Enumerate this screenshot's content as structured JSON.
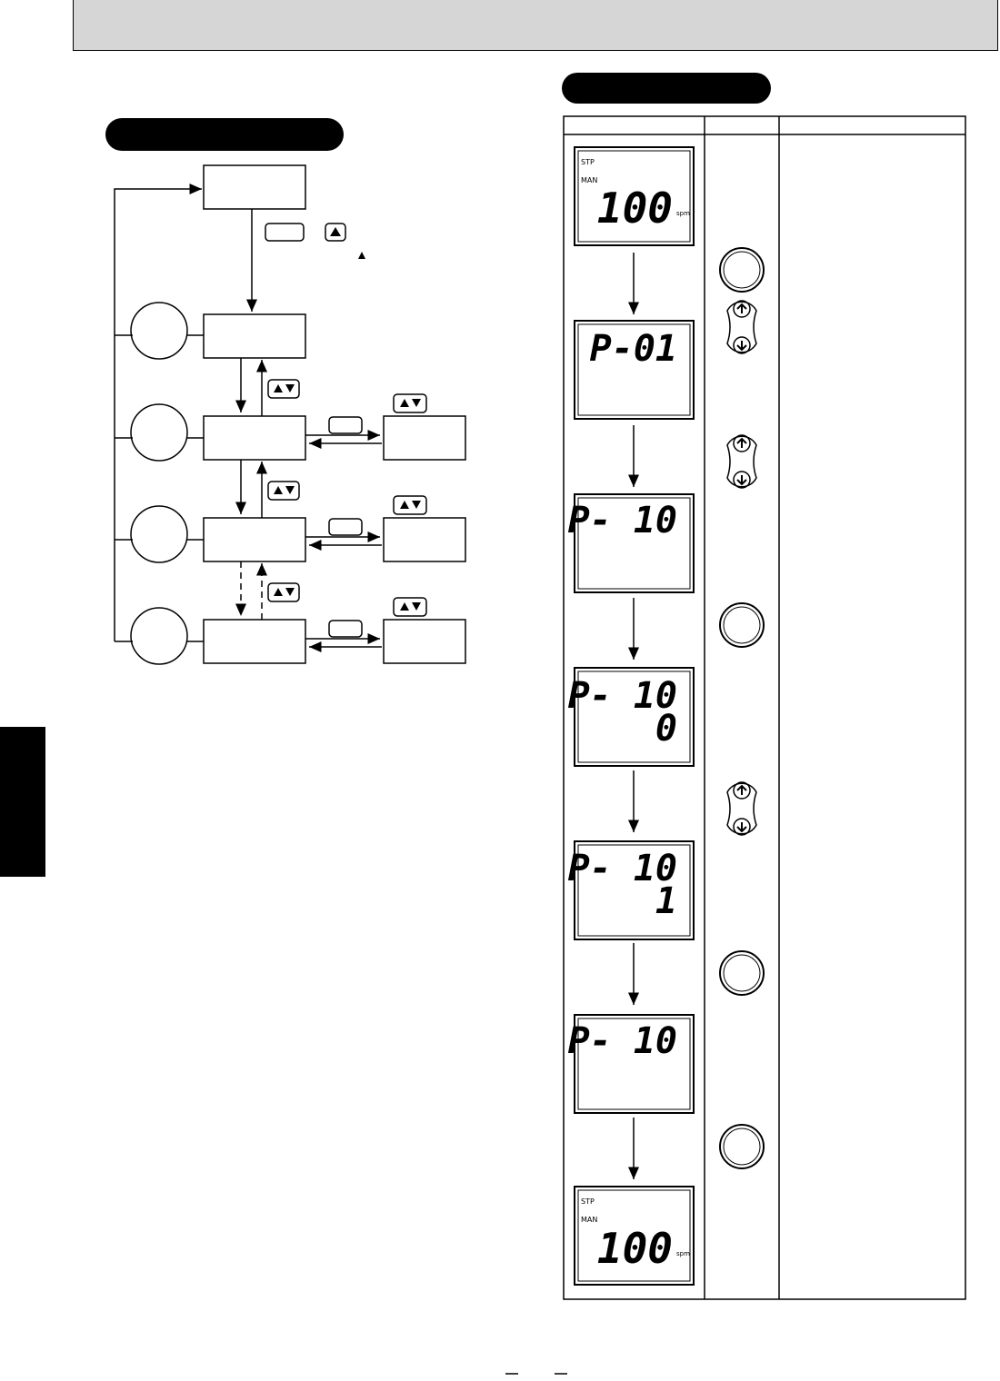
{
  "lcd_screens": [
    {
      "status_1": "STP",
      "status_2": "MAN",
      "value": "100",
      "unit": "spm",
      "code": "",
      "setting": ""
    },
    {
      "status_1": "",
      "status_2": "",
      "value": "",
      "unit": "",
      "code": "P-01",
      "setting": ""
    },
    {
      "status_1": "",
      "status_2": "",
      "value": "",
      "unit": "",
      "code": "P- 10",
      "setting": ""
    },
    {
      "status_1": "",
      "status_2": "",
      "value": "",
      "unit": "",
      "code": "P- 10",
      "setting": "0"
    },
    {
      "status_1": "",
      "status_2": "",
      "value": "",
      "unit": "",
      "code": "P- 10",
      "setting": "1"
    },
    {
      "status_1": "",
      "status_2": "",
      "value": "",
      "unit": "",
      "code": "P- 10",
      "setting": ""
    },
    {
      "status_1": "STP",
      "status_2": "MAN",
      "value": "100",
      "unit": "spm",
      "code": "",
      "setting": ""
    }
  ],
  "colors": {
    "header_bar": "#d6d6d6",
    "lcd_bg": "#ffffff",
    "ink": "#000000"
  },
  "icons": {
    "key_up": "triangle-up-icon",
    "key_updown": "up-down-triangles-icon",
    "round_button": "round-button-icon",
    "updown_rocker": "up-down-rocker-icon"
  }
}
